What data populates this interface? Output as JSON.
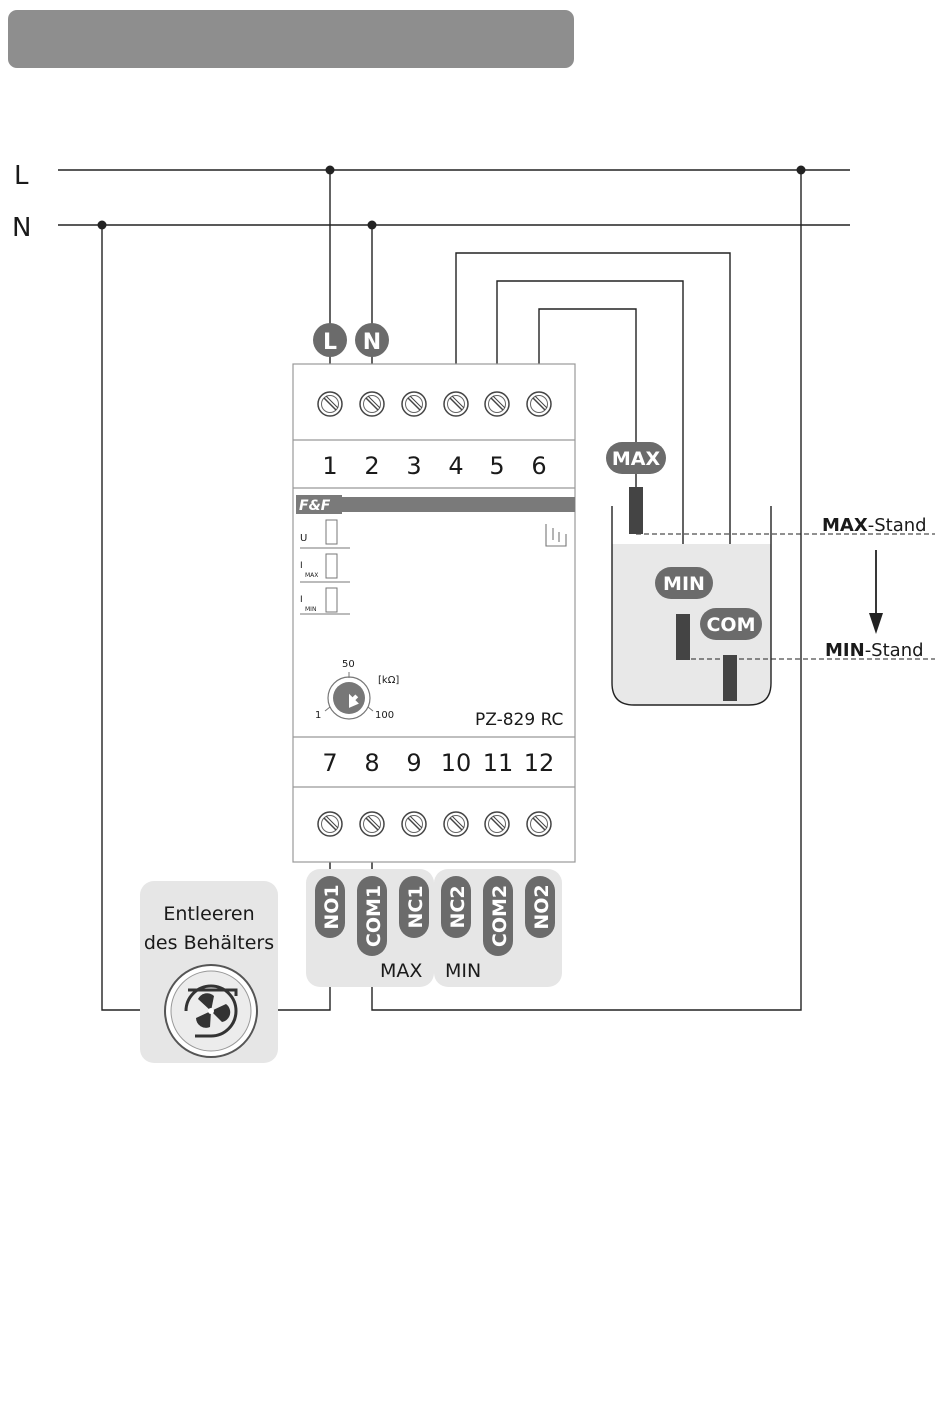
{
  "lines": {
    "L": "L",
    "N": "N"
  },
  "relay": {
    "top_badges": [
      "L",
      "N"
    ],
    "top_terminals": [
      "1",
      "2",
      "3",
      "4",
      "5",
      "6"
    ],
    "bottom_terminals": [
      "7",
      "8",
      "9",
      "10",
      "11",
      "12"
    ],
    "brand": "F&F",
    "indicators": [
      {
        "main": "U",
        "sub": ""
      },
      {
        "main": "I",
        "sub": "MAX"
      },
      {
        "main": "I",
        "sub": "MIN"
      }
    ],
    "knob": {
      "top": "50",
      "left": "1",
      "right": "100",
      "unit": "[kΩ]"
    },
    "model": "PZ-829 RC",
    "output_labels": [
      "NO1",
      "COM1",
      "NC1",
      "NC2",
      "COM2",
      "NO2"
    ],
    "group_labels": [
      "MAX",
      "MIN"
    ]
  },
  "tank": {
    "probe_labels": [
      "MAX",
      "MIN",
      "COM"
    ],
    "max_level": {
      "bold": "MAX",
      "rest": "-Stand"
    },
    "min_level": {
      "bold": "MIN",
      "rest": "-Stand"
    }
  },
  "load": {
    "line1": "Entleeren",
    "line2": "des Behälters",
    "icon": "pump-icon"
  },
  "colors": {
    "badge": "#6b6b6b",
    "header_bar": "#8e8e8e",
    "group_bg": "#e6e6e6",
    "water": "#e8e8e8"
  }
}
